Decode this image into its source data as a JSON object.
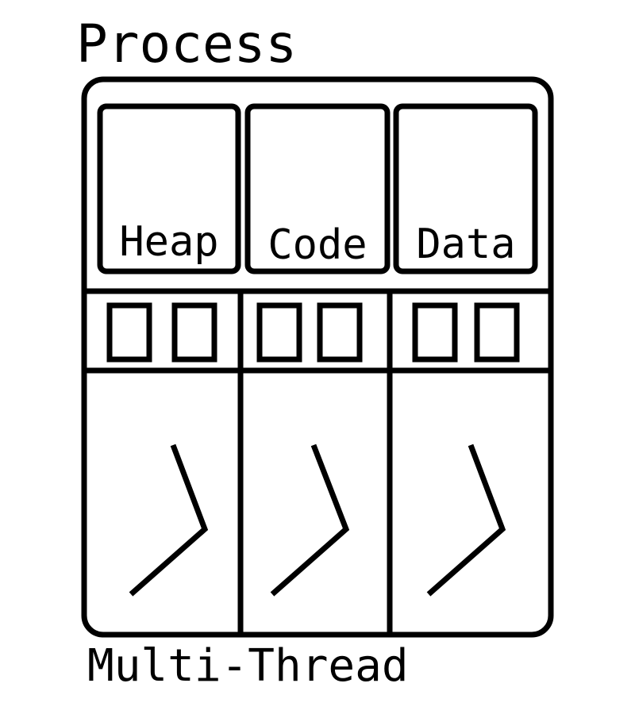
{
  "title": "Process",
  "footer": "Multi-Thread",
  "segments": [
    {
      "key": "heap",
      "label": "Heap"
    },
    {
      "key": "code",
      "label": "Code"
    },
    {
      "key": "data",
      "label": "Data"
    }
  ],
  "threads": [
    {
      "key": "thread-1",
      "registers": 2,
      "icon": "chevron-right-icon"
    },
    {
      "key": "thread-2",
      "registers": 2,
      "icon": "chevron-right-icon"
    },
    {
      "key": "thread-3",
      "registers": 2,
      "icon": "chevron-right-icon"
    }
  ],
  "colors": {
    "stroke": "#000000",
    "background": "#ffffff"
  }
}
